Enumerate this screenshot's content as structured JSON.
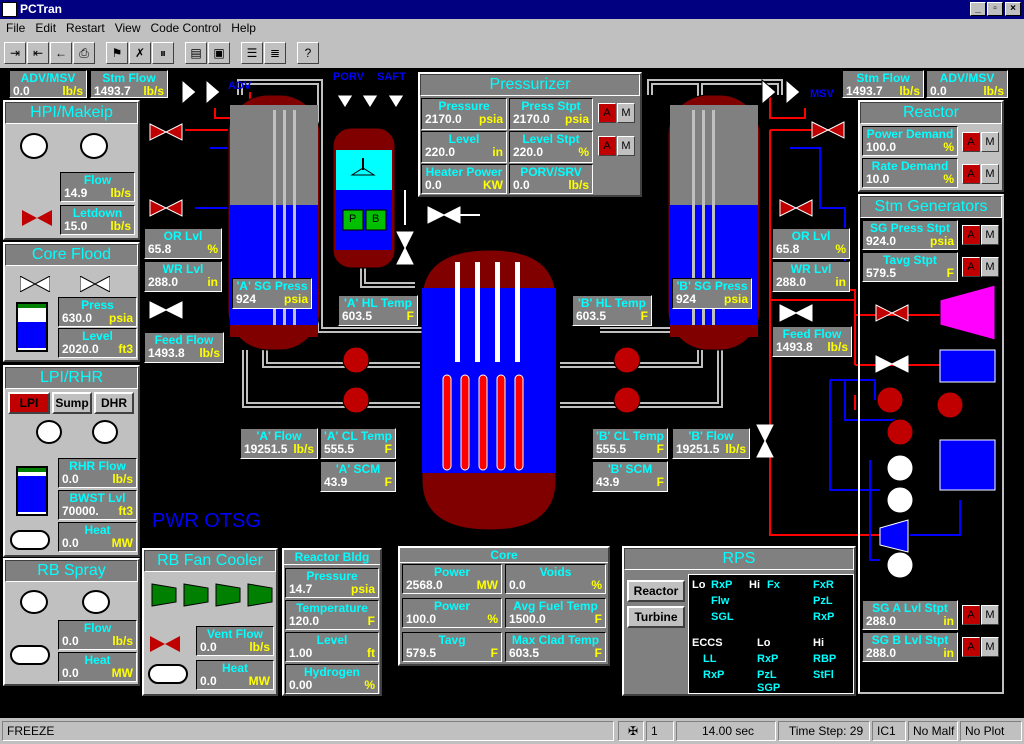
{
  "window": {
    "title": "PCTran"
  },
  "menu": [
    "File",
    "Edit",
    "Restart",
    "View",
    "Code Control",
    "Help"
  ],
  "top_left": {
    "adv_label": "ADV/MSV",
    "adv_val": "0.0",
    "adv_unit": "lb/s",
    "stm_label": "Stm Flow",
    "stm_val": "1493.7",
    "stm_unit": "lb/s"
  },
  "top_right": {
    "stm_label": "Stm Flow",
    "stm_val": "1493.7",
    "stm_unit": "lb/s",
    "adv_label": "ADV/MSV",
    "adv_val": "0.0",
    "adv_unit": "lb/s"
  },
  "labels": {
    "adv": "ADV",
    "porv": "PORV",
    "saft": "SAFT",
    "msv": "MSV",
    "plant": "PWR OTSG",
    "p": "P",
    "b": "B"
  },
  "hpi": {
    "title": "HPI/Makeip",
    "flow_label": "Flow",
    "flow_val": "14.9",
    "flow_unit": "lb/s",
    "letdown_label": "Letdown",
    "letdown_val": "15.0",
    "letdown_unit": "lb/s"
  },
  "core_flood": {
    "title": "Core Flood",
    "press_label": "Press",
    "press_val": "630.0",
    "press_unit": "psia",
    "level_label": "Level",
    "level_val": "2020.0",
    "level_unit": "ft3"
  },
  "lpi": {
    "title": "LPI/RHR",
    "btn_lpi": "LPI",
    "btn_sump": "Sump",
    "btn_dhr": "DHR",
    "rhr_label": "RHR Flow",
    "rhr_val": "0.0",
    "rhr_unit": "lb/s",
    "bwst_label": "BWST Lvl",
    "bwst_val": "70000.",
    "bwst_unit": "ft3",
    "heat_label": "Heat",
    "heat_val": "0.0",
    "heat_unit": "MW"
  },
  "rb_spray": {
    "title": "RB Spray",
    "flow_label": "Flow",
    "flow_val": "0.0",
    "flow_unit": "lb/s",
    "heat_label": "Heat",
    "heat_val": "0.0",
    "heat_unit": "MW"
  },
  "rb_fan": {
    "title": "RB Fan Cooler",
    "vent_label": "Vent Flow",
    "vent_val": "0.0",
    "vent_unit": "lb/s",
    "heat_label": "Heat",
    "heat_val": "0.0",
    "heat_unit": "MW"
  },
  "reactor_bldg": {
    "title": "Reactor Bldg",
    "rows": [
      {
        "label": "Pressure",
        "val": "14.7",
        "unit": "psia"
      },
      {
        "label": "Temperature",
        "val": "120.0",
        "unit": "F"
      },
      {
        "label": "Level",
        "val": "1.00",
        "unit": "ft"
      },
      {
        "label": "Hydrogen",
        "val": "0.00",
        "unit": "%"
      }
    ]
  },
  "core": {
    "title": "Core",
    "cells": [
      {
        "label": "Power",
        "val": "2568.0",
        "unit": "MW"
      },
      {
        "label": "Voids",
        "val": "0.0",
        "unit": "%"
      },
      {
        "label": "Power",
        "val": "100.0",
        "unit": "%"
      },
      {
        "label": "Avg Fuel Temp",
        "val": "1500.0",
        "unit": "F"
      },
      {
        "label": "Tavg",
        "val": "579.5",
        "unit": "F"
      },
      {
        "label": "Max Clad Temp",
        "val": "603.5",
        "unit": "F"
      }
    ]
  },
  "pressurizer": {
    "title": "Pressurizer",
    "pressure_label": "Pressure",
    "pressure_val": "2170.0",
    "pressure_unit": "psia",
    "pstpt_label": "Press Stpt",
    "pstpt_val": "2170.0",
    "pstpt_unit": "psia",
    "level_label": "Level",
    "level_val": "220.0",
    "level_unit": "in",
    "lstpt_label": "Level Stpt",
    "lstpt_val": "220.0",
    "lstpt_unit": "%",
    "heater_label": "Heater Power",
    "heater_val": "0.0",
    "heater_unit": "KW",
    "porv_label": "PORV/SRV",
    "porv_val": "0.0",
    "porv_unit": "lb/s"
  },
  "sgA": {
    "or_label": "OR Lvl",
    "or_val": "65.8",
    "or_unit": "%",
    "wr_label": "WR Lvl",
    "wr_val": "288.0",
    "wr_unit": "in",
    "feed_label": "Feed Flow",
    "feed_val": "1493.8",
    "feed_unit": "lb/s",
    "press_label": "'A' SG Press",
    "press_val": "924",
    "press_unit": "psia",
    "hl_label": "'A' HL Temp",
    "hl_val": "603.5",
    "hl_unit": "F",
    "flow_label": "'A' Flow",
    "flow_val": "19251.5",
    "flow_unit": "lb/s",
    "cl_label": "'A' CL Temp",
    "cl_val": "555.5",
    "cl_unit": "F",
    "scm_label": "'A' SCM",
    "scm_val": "43.9",
    "scm_unit": "F"
  },
  "sgB": {
    "or_label": "OR Lvl",
    "or_val": "65.8",
    "or_unit": "%",
    "wr_label": "WR Lvl",
    "wr_val": "288.0",
    "wr_unit": "in",
    "feed_label": "Feed Flow",
    "feed_val": "1493.8",
    "feed_unit": "lb/s",
    "press_label": "'B' SG Press",
    "press_val": "924",
    "press_unit": "psia",
    "hl_label": "'B' HL Temp",
    "hl_val": "603.5",
    "hl_unit": "F",
    "flow_label": "'B' Flow",
    "flow_val": "19251.5",
    "flow_unit": "lb/s",
    "cl_label": "'B' CL Temp",
    "cl_val": "555.5",
    "cl_unit": "F",
    "scm_label": "'B' SCM",
    "scm_val": "43.9",
    "scm_unit": "F"
  },
  "reactor": {
    "title": "Reactor",
    "pd_label": "Power Demand",
    "pd_val": "100.0",
    "pd_unit": "%",
    "rd_label": "Rate Demand",
    "rd_val": "10.0",
    "rd_unit": "%"
  },
  "stm_gen": {
    "title": "Stm Generators",
    "sgp_label": "SG Press Stpt",
    "sgp_val": "924.0",
    "sgp_unit": "psia",
    "tavg_label": "Tavg Stpt",
    "tavg_val": "579.5",
    "tavg_unit": "F",
    "sga_label": "SG A Lvl Stpt",
    "sga_val": "288.0",
    "sga_unit": "in",
    "sgb_label": "SG B Lvl Stpt",
    "sgb_val": "288.0",
    "sgb_unit": "in"
  },
  "rps": {
    "title": "RPS",
    "btn_reactor": "Reactor",
    "btn_turbine": "Turbine",
    "lo": "Lo",
    "hi": "Hi",
    "lo_items": [
      "RxP",
      "Flw",
      "SGL"
    ],
    "hi_items": [
      "Fx"
    ],
    "right_items": [
      "FxR",
      "PzL",
      "RxP"
    ],
    "eccs": "ECCS",
    "eccs_col1": [
      "LL",
      "RxP"
    ],
    "eccs_lo": "Lo",
    "eccs_col2": [
      "RxP",
      "PzL",
      "SGP"
    ],
    "eccs_hi": "Hi",
    "eccs_col3": [
      "RBP",
      "StFl"
    ]
  },
  "am": {
    "a": "A",
    "m": "M"
  },
  "status": {
    "freeze": "FREEZE",
    "num": "1",
    "time": "14.00 sec",
    "step": "Time Step: 29",
    "ic": "IC1",
    "malf": "No Malf",
    "plot": "No Plot"
  },
  "colors": {
    "accent_cyan": "#00ffff",
    "value_yellow": "#ffff00",
    "vessel_red": "#800000",
    "water_blue": "#0000ff",
    "pipe_red": "#ff0000",
    "pipe_blue": "#0000ff"
  }
}
